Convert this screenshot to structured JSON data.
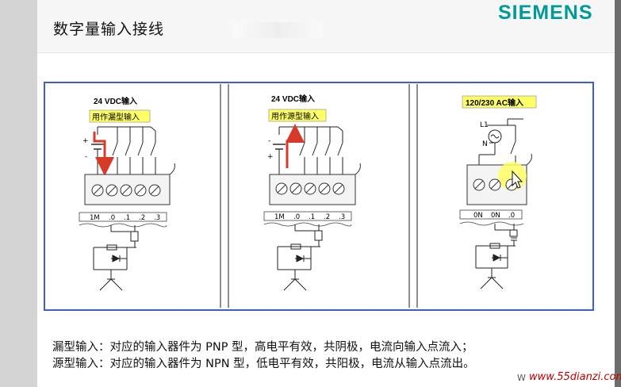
{
  "slide": {
    "title": "数字量输入接线",
    "brand": "SIEMENS"
  },
  "panels": [
    {
      "heading": "24 VDC输入",
      "tag": "用作漏型输入",
      "polarity_top": "+",
      "polarity_bottom": "-",
      "terminals": [
        "1M",
        ".0",
        ".1",
        ".2",
        ".3"
      ]
    },
    {
      "heading": "24 VDC输入",
      "tag": "用作源型输入",
      "polarity_top": "-",
      "polarity_bottom": "+",
      "terminals": [
        "1M",
        ".0",
        ".1",
        ".2",
        ".3"
      ]
    },
    {
      "heading": "",
      "tag": "120/230 AC输入",
      "line_label": "L1",
      "neutral_label": "N",
      "terminals": [
        "0N",
        "0N",
        ".0"
      ]
    }
  ],
  "description": {
    "line1": "漏型输入：对应的输入器件为 PNP 型，高电平有效，共阴极，电流向输入点流入；",
    "line2": "源型输入：对应的输入器件为 NPN 型，低电平有效，共阳极，电流从输入点流出。"
  },
  "watermark": {
    "prefix": "W",
    "site": "www.55dianzi.com"
  },
  "colors": {
    "frame": "#3a5fd0",
    "tag_fill": "#ffff66",
    "arrow": "#d83a2a",
    "cursor_highlight": "#ffff66",
    "brand": "#009a9b"
  }
}
